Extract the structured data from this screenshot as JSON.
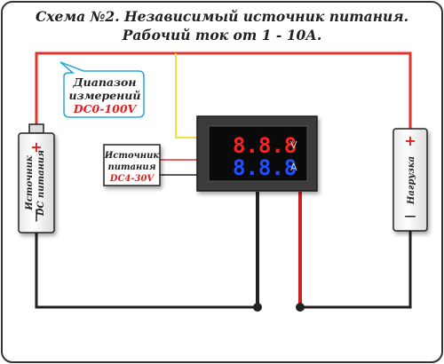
{
  "title": {
    "line1": "Схема №2. Независимый источник питания.",
    "line2": "Рабочий ток от 1 - 10А."
  },
  "callout": {
    "line1": "Диапазон",
    "line2": "измерений",
    "range": "DC0-100V"
  },
  "power_box": {
    "line1": "Источник",
    "line2": "питания",
    "range": "DC4-30V"
  },
  "meter": {
    "voltage_digits": "8.8.8",
    "voltage_unit": "V",
    "current_digits": "8.8.8",
    "current_unit": "A"
  },
  "source": {
    "label1": "Источник",
    "label2": "DC питания",
    "plus": "+",
    "minus": "|"
  },
  "load": {
    "label": "Нагрузка",
    "plus": "+",
    "minus": "—"
  },
  "colors": {
    "positive_wire": "#e53030",
    "negative_wire": "#222222",
    "sense_wire": "#f0e040",
    "callout_border": "#2aa8d8",
    "voltage_digits": "#ff2020",
    "current_digits": "#2050ff"
  }
}
